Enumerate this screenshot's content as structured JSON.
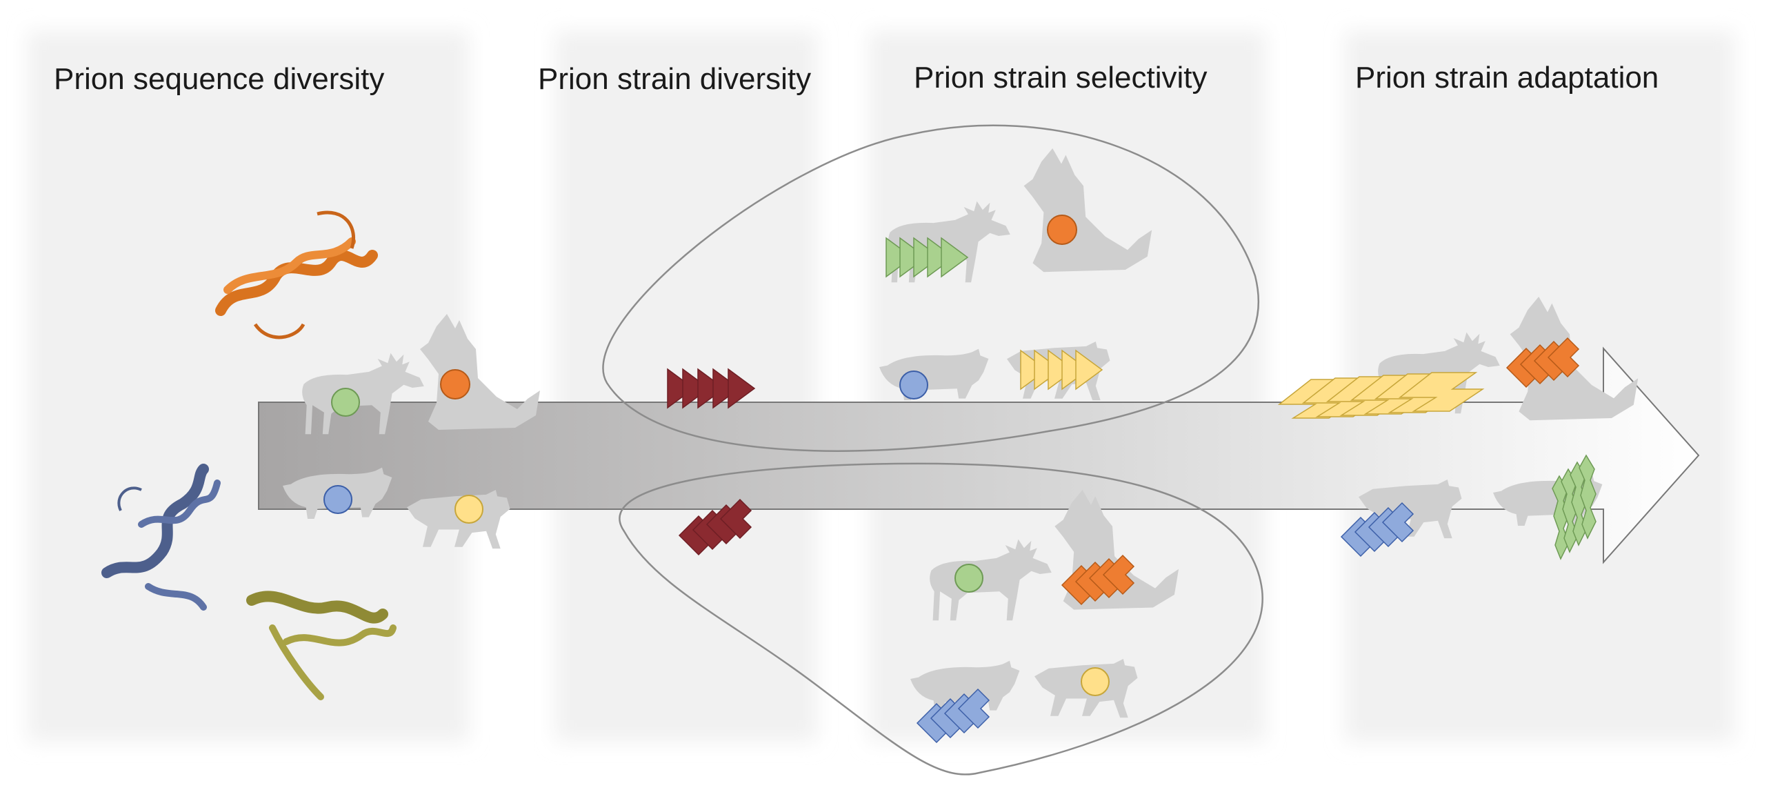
{
  "headings": {
    "sequence_diversity": "Prion sequence diversity",
    "strain_diversity": "Prion strain diversity",
    "strain_selectivity": "Prion strain selectivity",
    "strain_adaptation": "Prion strain adaptation"
  },
  "colors": {
    "panel_background": "#f1f1f1",
    "silhouette": "#cfcfcf",
    "dark_red": "#8b2a30",
    "orange": "#ee7d31",
    "green": "#a9d18e",
    "blue": "#8faadc",
    "yellow": "#ffe08a",
    "protein_orange": "#d9731f",
    "protein_blue": "#4d5f8c",
    "protein_olive": "#8f8a35"
  },
  "icons": [
    "moose-silhouette",
    "wolf-silhouette",
    "pig-silhouette",
    "cougar-silhouette",
    "prion-protein-structure"
  ]
}
